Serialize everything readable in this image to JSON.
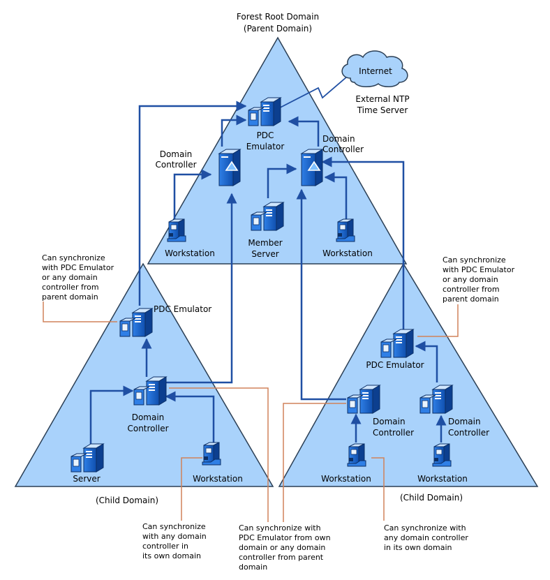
{
  "forest_title": [
    "Forest Root Domain",
    "(Parent Domain)"
  ],
  "internet": "Internet",
  "external_ntp": [
    "External NTP",
    "Time Server"
  ],
  "parent": {
    "pdc": [
      "PDC",
      "Emulator"
    ],
    "dc_left": [
      "Domain",
      "Controller"
    ],
    "dc_right": [
      "Domain",
      "Controller"
    ],
    "workstation_left": "Workstation",
    "member_server": [
      "Member",
      "Server"
    ],
    "workstation_right": "Workstation"
  },
  "left_child": {
    "pdc": "PDC Emulator",
    "dc": [
      "Domain",
      "Controller"
    ],
    "server": "Server",
    "workstation": "Workstation",
    "domain_label": "(Child Domain)"
  },
  "right_child": {
    "pdc": "PDC Emulator",
    "dc_left": [
      "Domain",
      "Controller"
    ],
    "dc_right": [
      "Domain",
      "Controller"
    ],
    "workstation_left": "Workstation",
    "workstation_right": "Workstation",
    "domain_label": "(Child Domain)"
  },
  "notes": {
    "left_pdc": [
      "Can synchronize",
      "with PDC Emulator",
      "or any domain",
      "controller from",
      "parent domain"
    ],
    "right_pdc": [
      "Can synchronize",
      "with PDC Emulator",
      "or any domain",
      "controller from",
      "parent domain"
    ],
    "ws_own": [
      "Can synchronize",
      "with any domain",
      "controller in",
      "its own domain"
    ],
    "dc_child": [
      "Can synchronize with",
      "PDC Emulator from own",
      "domain or any domain",
      "controller from parent",
      "domain"
    ],
    "ws_right": [
      "Can synchronize with",
      "any domain controller",
      "in its own domain"
    ]
  },
  "colors": {
    "triangle_fill": "#a9d2fb",
    "triangle_stroke": "#2b3f55",
    "arrow": "#1f4fa3",
    "callout": "#d0825a"
  }
}
